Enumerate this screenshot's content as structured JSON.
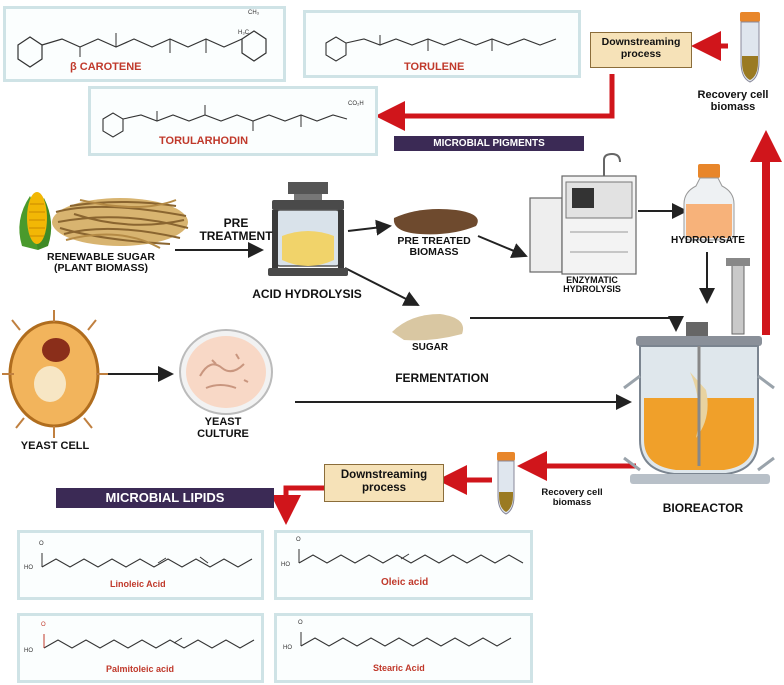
{
  "pigments": {
    "beta_carotene": "β CAROTENE",
    "torulene": "TORULENE",
    "torularhodin": "TORULARHODIN",
    "banner": "MICROBIAL PIGMENTS"
  },
  "top_right": {
    "downstream_line1": "Downstreaming",
    "downstream_line2": "process",
    "recovery_line1": "Recovery cell",
    "recovery_line2": "biomass"
  },
  "process": {
    "pretreatment_line1": "PRE",
    "pretreatment_line2": "TREATMENT",
    "renewable_line1": "RENEWABLE SUGAR",
    "renewable_line2": "(PLANT BIOMASS)",
    "acid_hydrolysis": "ACID HYDROLYSIS",
    "pretreated_line1": "PRE TREATED",
    "pretreated_line2": "BIOMASS",
    "enzymatic_line1": "ENZYMATIC",
    "enzymatic_line2": "HYDROLYSIS",
    "hydrolysate": "HYDROLYSATE",
    "sugar": "SUGAR",
    "fermentation": "FERMENTATION",
    "yeast_cell": "YEAST CELL",
    "yeast_culture_line1": "YEAST",
    "yeast_culture_line2": "CULTURE",
    "bioreactor": "BIOREACTOR"
  },
  "bottom": {
    "downstream_line1": "Downstreaming",
    "downstream_line2": "process",
    "recovery_line1": "Recovery cell",
    "recovery_line2": "biomass",
    "banner": "MICROBIAL LIPIDS"
  },
  "lipids": {
    "linoleic": "Linoleic Acid",
    "oleic": "Oleic acid",
    "palmitoleic": "Palmitoleic acid",
    "stearic": "Stearic Acid"
  },
  "chem": {
    "ho": "HO",
    "o": "O",
    "co2h": "CO₂H",
    "h3c": "H₃C",
    "ch3": "CH₃"
  },
  "colors": {
    "arrow_red": "#d0151b",
    "banner_purple": "#3b2a55",
    "molecule_label_red": "#c0392b",
    "box_border": "#cfe3e6",
    "downstream_fill": "#f6e2b8"
  }
}
